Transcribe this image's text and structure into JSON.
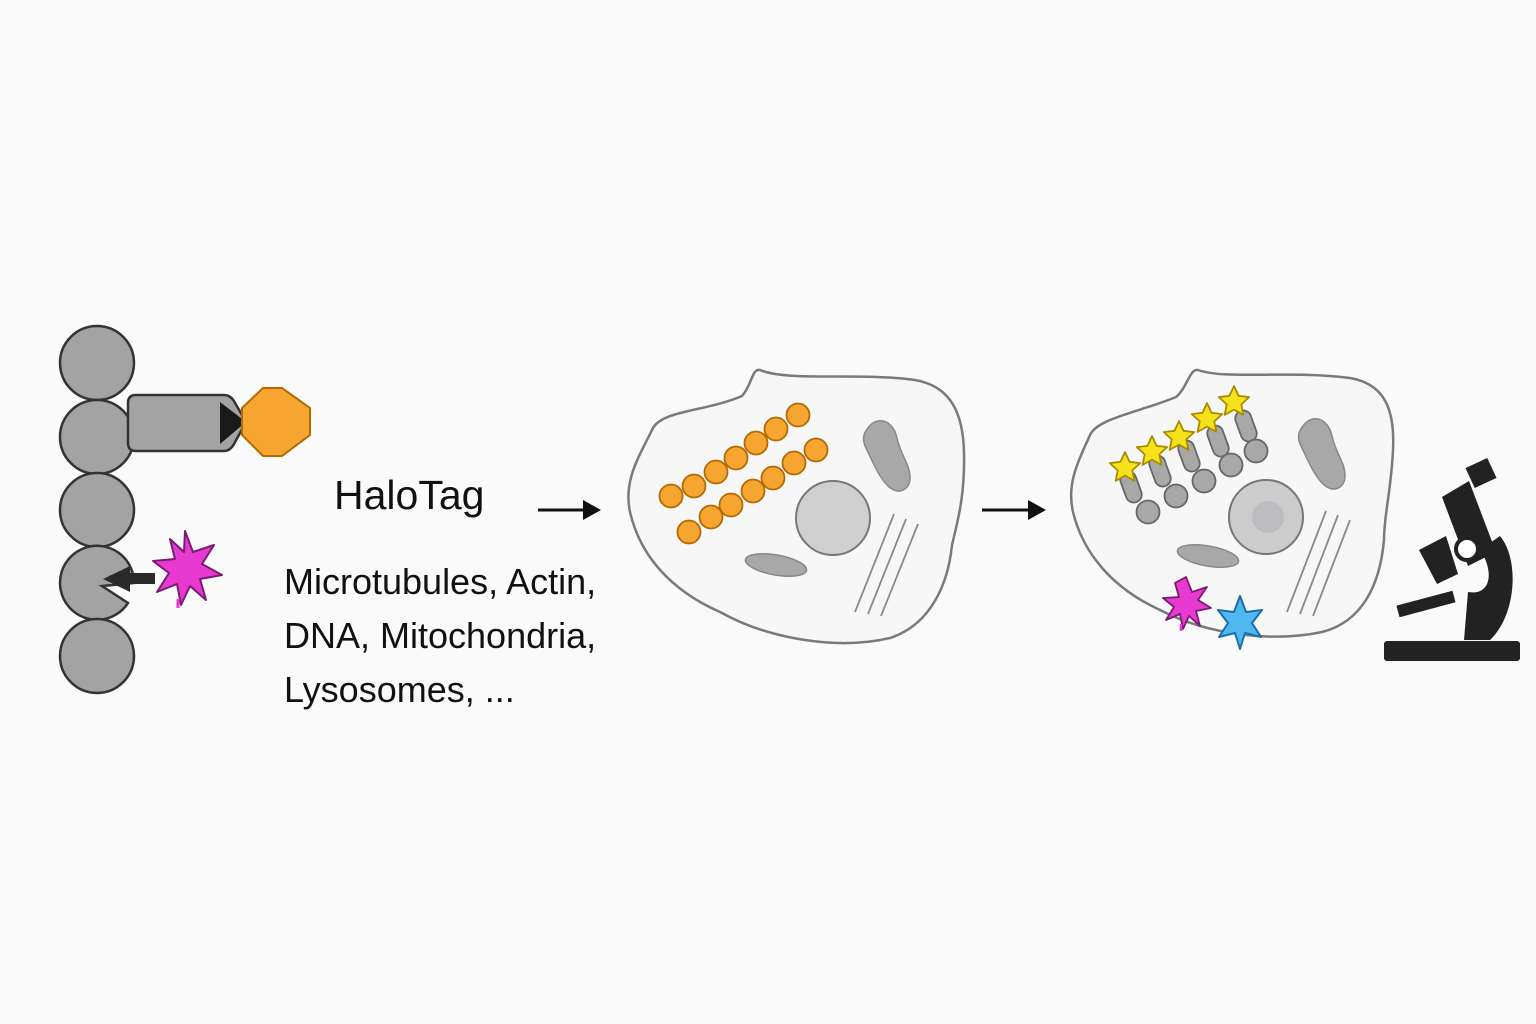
{
  "labels": {
    "halotag": "HaloTag",
    "targets_line_1": "Microtubules, Actin,",
    "targets_line_2": "DNA, Mitochondria,",
    "targets_line_3": "Lysosomes, ..."
  },
  "colors": {
    "background": "#fafafa",
    "subunit_gray": "#a3a3a3",
    "outline": "#333333",
    "ligand_orange": "#f7a531",
    "dye_magenta": "#e63ad0",
    "dye_yellow": "#f5e21a",
    "dye_cyan": "#4fb8ee",
    "cell_outline": "#7a7a7a",
    "organelle_gray": "#a8a8a8",
    "microscope": "#222222"
  },
  "icons": {
    "protein_chain": "stacked-circles",
    "fluorescent_dye": "star-burst",
    "arrow": "right-arrow",
    "microscope": "microscope-icon"
  }
}
